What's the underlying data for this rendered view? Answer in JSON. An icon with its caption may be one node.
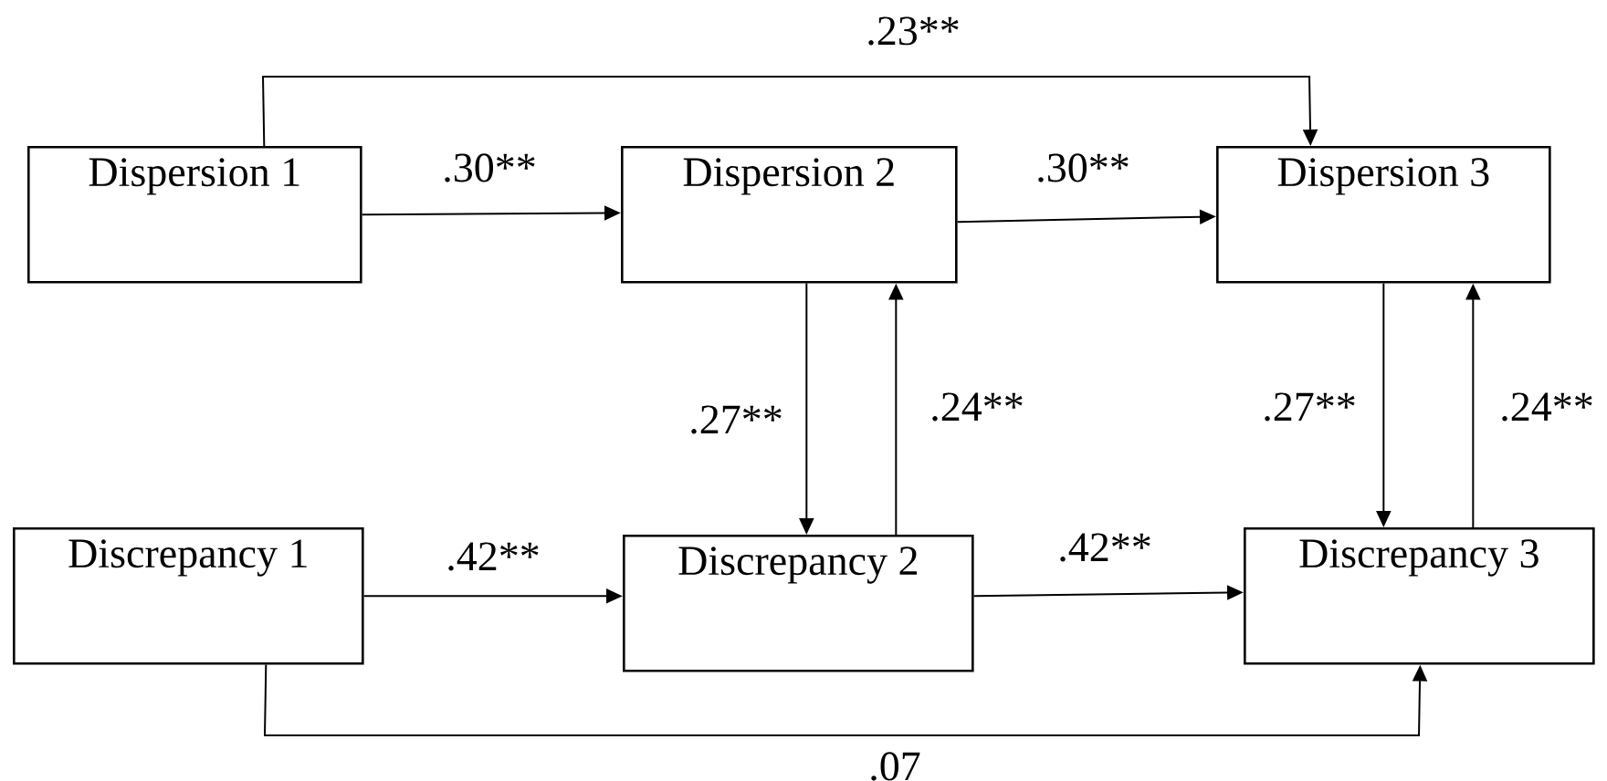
{
  "diagram": {
    "nodes": [
      {
        "text": [
          "Dispersion 1"
        ]
      },
      {
        "text": [
          "Dispersion 2"
        ]
      },
      {
        "text": [
          "Dispersion 3"
        ]
      },
      {
        "text": [
          "Discrepancy 1"
        ]
      },
      {
        "text": [
          "Discrepancy 2"
        ]
      },
      {
        "text": [
          "Discrepancy 3"
        ]
      }
    ],
    "edges": [
      {
        "from": 0,
        "to": 1,
        "arrow": "to",
        "label": ".30**"
      },
      {
        "from": 1,
        "to": 2,
        "arrow": "to",
        "label": ".30**"
      },
      {
        "from": 0,
        "to": 2,
        "arrow": "to",
        "label": ".23**"
      },
      {
        "from": 1,
        "to": 4,
        "arrow": "to",
        "label": ".27**"
      },
      {
        "from": 4,
        "to": 1,
        "arrow": "to",
        "label": ".24**"
      },
      {
        "from": 2,
        "to": 5,
        "arrow": "to",
        "label": ".27**"
      },
      {
        "from": 5,
        "to": 2,
        "arrow": "to",
        "label": ".24**"
      },
      {
        "from": 3,
        "to": 4,
        "arrow": "to",
        "label": ".42**"
      },
      {
        "from": 4,
        "to": 5,
        "arrow": "to",
        "label": ".42**"
      },
      {
        "from": 3,
        "to": 5,
        "arrow": "to",
        "label": ".07"
      }
    ]
  }
}
